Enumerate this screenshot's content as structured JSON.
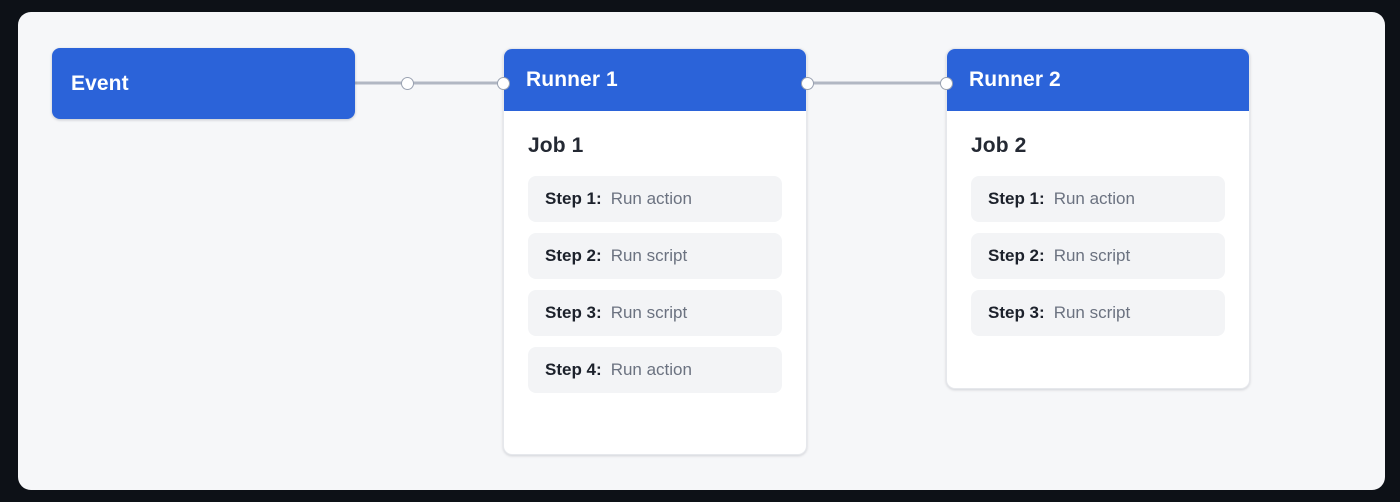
{
  "canvas": {
    "background_color": "#f6f7f9",
    "outer_background_color": "#0d1117",
    "accent_color": "#2b63d9",
    "edge_color": "#b1b7c3"
  },
  "nodes": [
    {
      "id": "event",
      "title": "Event",
      "type": "event",
      "handles": [
        "right"
      ]
    },
    {
      "id": "runner-1",
      "title": "Runner 1",
      "type": "runner",
      "handles": [
        "left",
        "right"
      ],
      "job": {
        "title": "Job 1",
        "steps": [
          {
            "label": "Step 1:",
            "value": "Run action"
          },
          {
            "label": "Step 2:",
            "value": "Run script"
          },
          {
            "label": "Step 3:",
            "value": "Run script"
          },
          {
            "label": "Step 4:",
            "value": "Run action"
          }
        ]
      }
    },
    {
      "id": "runner-2",
      "title": "Runner 2",
      "type": "runner",
      "handles": [
        "left"
      ],
      "job": {
        "title": "Job 2",
        "steps": [
          {
            "label": "Step 1:",
            "value": "Run action"
          },
          {
            "label": "Step 2:",
            "value": "Run script"
          },
          {
            "label": "Step 3:",
            "value": "Run script"
          }
        ]
      }
    }
  ],
  "edges": [
    {
      "from": "event",
      "to": "runner-1"
    },
    {
      "from": "runner-1",
      "to": "runner-2"
    }
  ]
}
